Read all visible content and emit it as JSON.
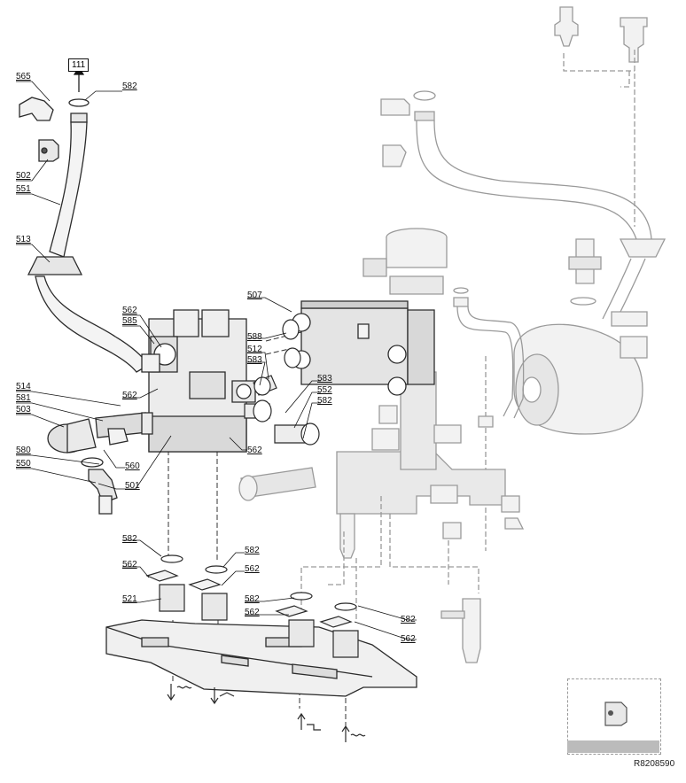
{
  "box_label": "111",
  "reference_code": "R8208590",
  "labels": {
    "l565": "565",
    "l582a": "582",
    "l502": "502",
    "l551": "551",
    "l513": "513",
    "l562a": "562",
    "l585": "585",
    "l562b": "562",
    "l514": "514",
    "l581": "581",
    "l503": "503",
    "l580": "580",
    "l550": "550",
    "l560": "560",
    "l501": "501",
    "l507": "507",
    "l588": "588",
    "l512": "512",
    "l583a": "583",
    "l583b": "583",
    "l552": "552",
    "l582b": "582",
    "l562c": "562",
    "l582c": "582",
    "l562d": "562",
    "l582d": "582",
    "l562e": "562",
    "l521": "521",
    "l582e": "582",
    "l562f": "562",
    "l582f": "582",
    "l562g": "562"
  },
  "colors": {
    "line": "#2b2b2b",
    "ghost": "#9a9a9a",
    "fill": "#f2f2f2",
    "part": "#d6d6d6"
  }
}
